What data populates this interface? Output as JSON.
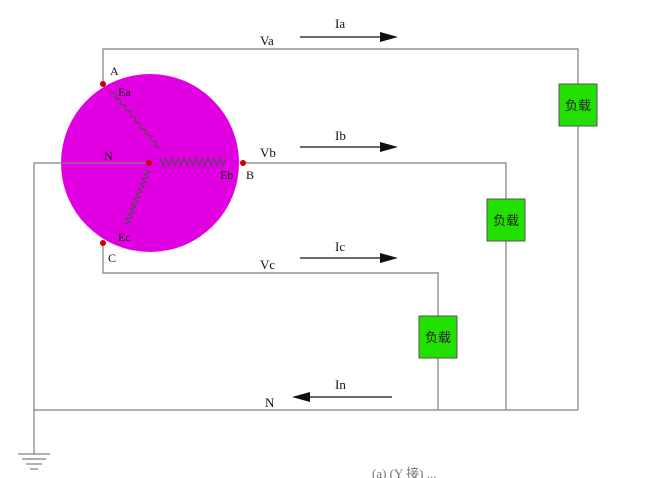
{
  "generator": {
    "color": "#e100e1",
    "node_color": "#cc0000",
    "labels": {
      "A": "A",
      "B": "B",
      "C": "C",
      "N": "N",
      "Ea": "Ea",
      "Eb": "Eb",
      "Ec": "Ec"
    }
  },
  "lines": {
    "Va": "Va",
    "Vb": "Vb",
    "Vc": "Vc",
    "Ia": "Ia",
    "Ib": "Ib",
    "Ic": "Ic",
    "In": "In",
    "N": "N"
  },
  "loads": {
    "color": "#22e000",
    "a": "负载",
    "b": "负载",
    "c": "负载"
  },
  "caption": "(a)  (Y 接)  ..."
}
